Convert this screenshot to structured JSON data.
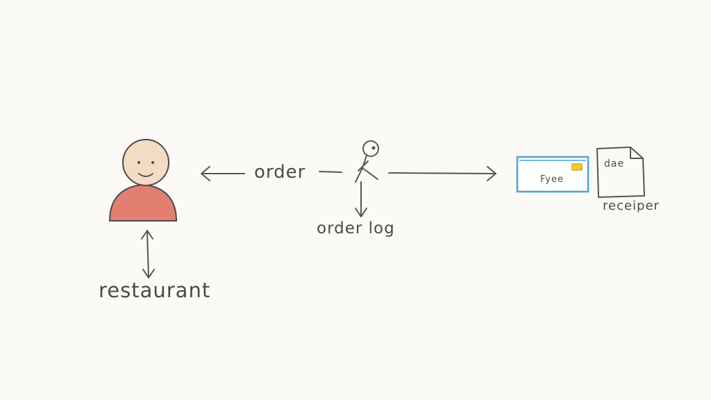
{
  "labels": {
    "order": "order",
    "order_log": "order log",
    "restaurant": "restaurant",
    "card_text": "Fyee",
    "receipt_title": "dae",
    "receipt_label": "receiper"
  },
  "colors": {
    "person_body": "#e27f70",
    "person_head": "#f3dcc3",
    "card_border": "#4aa6d6",
    "card_chip": "#f2cb2b",
    "ink": "#555555"
  }
}
